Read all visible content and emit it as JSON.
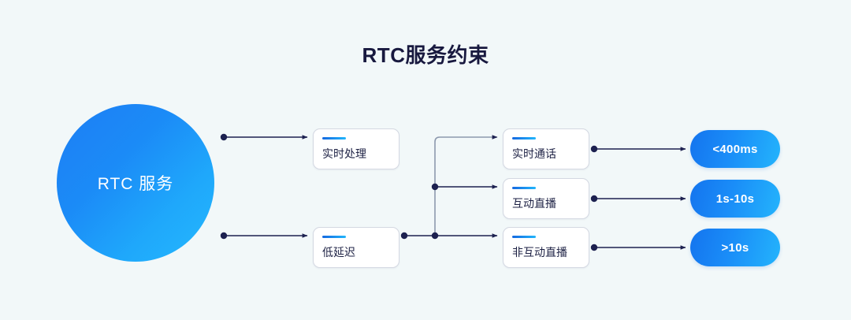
{
  "page": {
    "background_color": "#f2f8f9",
    "title": "RTC服务约束"
  },
  "diagram": {
    "type": "flow-diagram",
    "root": {
      "label": "RTC 服务",
      "shape": "circle",
      "gradient_from": "#1d7ef4",
      "gradient_to": "#25b8fd",
      "text_color": "#ffffff"
    },
    "stage_one": [
      {
        "id": "realtime-proc",
        "label": "实时处理",
        "accent_color": "#1a8df8"
      },
      {
        "id": "low-latency",
        "label": "低延迟",
        "accent_color": "#1a8df8"
      }
    ],
    "stage_two": [
      {
        "id": "realtime-call",
        "label": "实时通话",
        "accent_color": "#1a8df8"
      },
      {
        "id": "interactive-live",
        "label": "互动直播",
        "accent_color": "#1a8df8"
      },
      {
        "id": "noninteractive-live",
        "label": "非互动直播",
        "accent_color": "#1a8df8"
      }
    ],
    "outcomes": [
      {
        "id": "latency-400ms",
        "label": "<400ms",
        "gradient_from": "#1474ee",
        "gradient_to": "#24b4fc"
      },
      {
        "id": "latency-1s-10s",
        "label": "1s-10s",
        "gradient_from": "#1474ee",
        "gradient_to": "#24b4fc"
      },
      {
        "id": "latency-10s",
        "label": ">10s",
        "gradient_from": "#1474ee",
        "gradient_to": "#24b4fc"
      }
    ],
    "edges": [
      {
        "from": "RTC 服务",
        "to": "实时处理"
      },
      {
        "from": "RTC 服务",
        "to": "低延迟"
      },
      {
        "from": "低延迟",
        "to": "实时通话"
      },
      {
        "from": "低延迟",
        "to": "互动直播"
      },
      {
        "from": "低延迟",
        "to": "非互动直播"
      },
      {
        "from": "实时通话",
        "to": "<400ms"
      },
      {
        "from": "互动直播",
        "to": "1s-10s"
      },
      {
        "from": "非互动直播",
        "to": ">10s"
      }
    ],
    "connector_color": "#1d2150"
  }
}
